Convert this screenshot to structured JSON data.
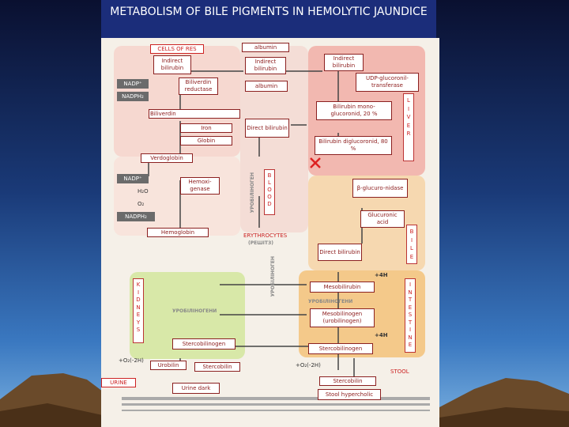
{
  "title": "METABOLISM OF BILE PIGMENTS IN HEMOLYTIC JAUNDICE",
  "sections": {
    "res": "CELLS OF RES",
    "blood": "B\nL\nO\nO\nD",
    "liver": "L\nI\nV\nE\nR",
    "bile": "B\nI\nL\nE",
    "kidneys": "K\nI\nD\nN\nE\nY\nS",
    "intestine": "I\nN\nT\nE\nS\nT\nI\nN\nE",
    "erythrocytes": "ERYTHROCYTES",
    "urine": "URINE",
    "stool": "STOOL"
  },
  "nodes": {
    "indirect_bilirubin_res": "Indirect bilirubin",
    "albumin_top": "albumin",
    "indirect_bilirubin_blood": "Indirect bilirubin",
    "indirect_bilirubin_liver": "Indirect bilirubin",
    "nadp_top": "NADP⁺",
    "nadph2_top": "NADPH₂",
    "biliverdin_reductase": "Biliverdin reductase",
    "albumin_mid": "albumin",
    "udp_gt": "UDP-glucoronil-transferase",
    "biliverdin": "Biliverdin",
    "bilirubin_mono": "Bilirubin mono-glucoronid, 20 %",
    "iron": "Iron",
    "globin": "Globin",
    "direct_bilirubin_blood": "Direct bilirubin",
    "bilirubin_di": "Bilirubin diglucoronid, 80 %",
    "verdoglobin": "Verdoglobin",
    "nadp_bottom": "NADP⁺",
    "hemoxigenase": "Hemoxi-genase",
    "h2o": "H₂O",
    "o2": "O₂",
    "beta_glucuronidase": "β-glucuro-nidase",
    "nadph2_bottom": "NADPH₂",
    "glucuronic_acid": "Glucuronic acid",
    "hemoglobin": "Hemoglobin",
    "direct_bilirubin_bile": "Direct bilirubin",
    "plus4h_1": "+4H",
    "mesobilirubin": "Mesobilirubin",
    "mesobilinogen": "Mesobilinogen (urobilinogen)",
    "plus4h_2": "+4H",
    "stercobilinogen_kidney": "Stercobilinogen",
    "stercobilinogen_int": "Stercobilinogen",
    "o2_minus_left": "+O₂(-2H)",
    "o2_minus_right": "+O₂(-2H)",
    "urobilin": "Urobilin",
    "stercobilin_kidney": "Stercobilin",
    "stercobilin_stool": "Stercobilin",
    "urine_dark": "Urine dark",
    "stool_hypercholic": "Stool hypercholic"
  },
  "watermarks": {
    "ukr1": "УРОБІЛІНОГЕН",
    "ukr2": "УРОБІЛІНОГЕН",
    "ukr3": "УРОБІЛІНОГЕНИ",
    "ukr4": "УРОБІЛІНОГЕНИ",
    "ukr5": "(РЕШІТЗ)"
  },
  "colors": {
    "title_bg": "#1b2d7a",
    "box_border": "#8b2020",
    "liver_region": "#f2b8b0",
    "kidney_region": "#d8e8a8",
    "intestine_region": "#f4c98a",
    "blood_region": "#f0c8c0"
  }
}
